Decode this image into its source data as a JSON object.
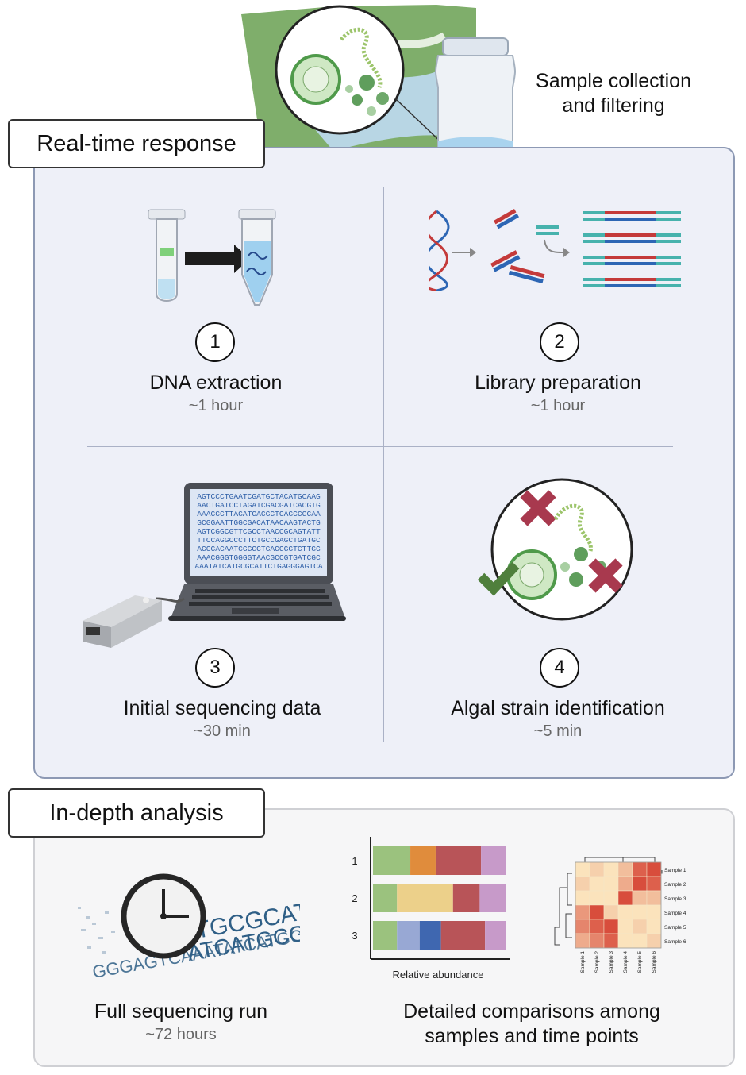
{
  "top": {
    "sample_label_line1": "Sample collection",
    "sample_label_line2": "and filtering"
  },
  "realtime": {
    "tag": "Real-time response",
    "steps": [
      {
        "number": "1",
        "title": "DNA extraction",
        "time": "~1 hour"
      },
      {
        "number": "2",
        "title": "Library preparation",
        "time": "~1 hour"
      },
      {
        "number": "3",
        "title": "Initial sequencing data",
        "time": "~30 min"
      },
      {
        "number": "4",
        "title": "Algal strain identification",
        "time": "~5 min"
      }
    ],
    "sequence_lines": [
      "AGTCCCTGAATCGATGCTACATGCAAG",
      "AACTGATCCTAGATCGACGATCACGTG",
      "AAACCCTTAGATGACGGTCAGCCGCAA",
      "GCGGAATTGGCGACATAACAAGTACTG",
      "AGTCGGCGTTCGCCTAACCGCAGTATT",
      "TTCCAGGCCCTTCTGCCGAGCTGATGC",
      "AGCCACAATCGGGCTGAGGGGTCTTGG",
      "AAACGGGTGGGGTAACGCCGTGATCGC",
      "AAATATCATGCGCATTCTGAGGGAGTCA"
    ]
  },
  "indepth": {
    "tag": "In-depth analysis",
    "left_title": "Full sequencing run",
    "left_time": "~72 hours",
    "right_title_line1": "Detailed comparisons among",
    "right_title_line2": "samples and time points",
    "seq_art_lines": [
      "TGCGCAT",
      "ATCATGCG",
      "GGGAGTCAAATATCATGCGCAT"
    ]
  },
  "chart_data": [
    {
      "type": "bar",
      "orientation": "horizontal-stacked",
      "xlabel": "Relative abundance",
      "categories": [
        "1",
        "2",
        "3"
      ],
      "segments": [
        [
          {
            "value": 0.28,
            "color": "#9bc27e"
          },
          {
            "value": 0.19,
            "color": "#e08c3c"
          },
          {
            "value": 0.34,
            "color": "#b85458"
          },
          {
            "value": 0.19,
            "color": "#c79ac9"
          }
        ],
        [
          {
            "value": 0.18,
            "color": "#9bc27e"
          },
          {
            "value": 0.42,
            "color": "#ecd08a"
          },
          {
            "value": 0.2,
            "color": "#b85458"
          },
          {
            "value": 0.2,
            "color": "#c79ac9"
          }
        ],
        [
          {
            "value": 0.18,
            "color": "#9bc27e"
          },
          {
            "value": 0.17,
            "color": "#98a8d4"
          },
          {
            "value": 0.16,
            "color": "#3f67b0"
          },
          {
            "value": 0.33,
            "color": "#b85458"
          },
          {
            "value": 0.16,
            "color": "#c79ac9"
          }
        ]
      ]
    },
    {
      "type": "heatmap",
      "row_labels": [
        "Sample 1",
        "Sample 2",
        "Sample 3",
        "Sample 4",
        "Sample 5",
        "Sample 6"
      ],
      "col_labels": [
        "Sample 1",
        "Sample 2",
        "Sample 3",
        "Sample 4",
        "Sample 5",
        "Sample 6"
      ],
      "values": [
        [
          0.1,
          0.2,
          0.1,
          0.3,
          0.8,
          0.9
        ],
        [
          0.2,
          0.1,
          0.1,
          0.4,
          0.9,
          0.8
        ],
        [
          0.1,
          0.1,
          0.1,
          0.9,
          0.3,
          0.3
        ],
        [
          0.5,
          0.9,
          0.2,
          0.1,
          0.1,
          0.1
        ],
        [
          0.6,
          0.8,
          0.9,
          0.1,
          0.2,
          0.1
        ],
        [
          0.4,
          0.6,
          0.8,
          0.1,
          0.1,
          0.2
        ]
      ]
    }
  ]
}
